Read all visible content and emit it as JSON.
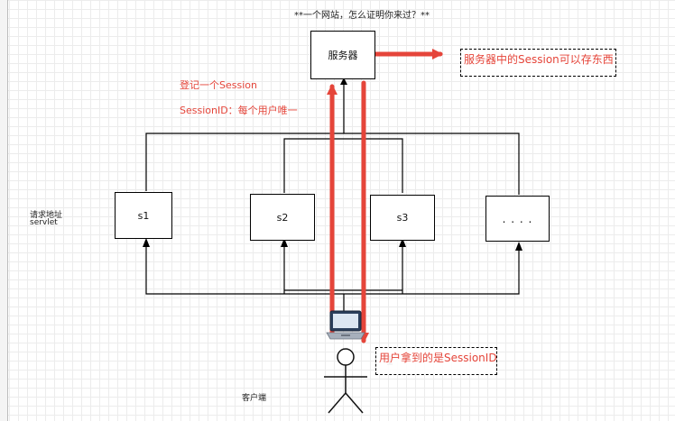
{
  "title": "**一个网站，怎么证明你来过？**",
  "nodes": {
    "server": "服务器",
    "s1": "s1",
    "s2": "s2",
    "s3": "s3",
    "more": ". . . .",
    "client": "客户端"
  },
  "left_label": {
    "line1": "请求地址",
    "line2": "servlet"
  },
  "annotations": {
    "register_session": "登记一个Session",
    "session_id_unique": "SessionID：每个用户唯一",
    "server_store": "服务器中的Session可以存东西",
    "user_gets": "用户拿到的是SessionID"
  },
  "colors": {
    "accent_red": "#e5453a",
    "line": "#000000",
    "grid": "#ececec"
  },
  "icons": [
    "laptop-icon",
    "stick-figure-icon",
    "text-cursor-icon"
  ]
}
